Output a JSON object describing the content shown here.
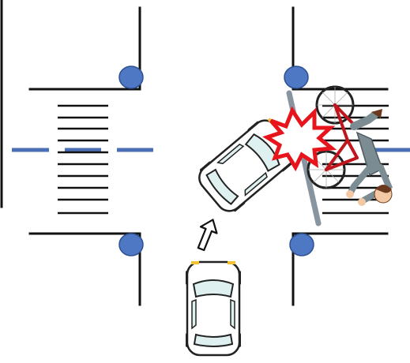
{
  "scene": {
    "colors": {
      "road_line": "#111111",
      "center_line": "#4a6fb5",
      "signal_pole": "#4f78c4",
      "signal_pole_edge": "#2c4f90",
      "crosswalk": "#111111",
      "car_body": "#ffffff",
      "car_outline": "#222222",
      "car_glass": "#dff0f0",
      "impact_burst": "#e8141b",
      "bicycle_frame": "#c0151c",
      "rider_suit": "#7b8c93",
      "rider_skin": "#f3c9a5",
      "rider_hair": "#6b3a1e"
    },
    "icons": {
      "traffic_signal": "signal-pole-icon",
      "collision": "impact-burst-icon",
      "direction": "arrow-up-icon"
    },
    "vehicles": [
      {
        "name": "turning-car",
        "heading": "up-right"
      },
      {
        "name": "approaching-car",
        "heading": "up"
      }
    ],
    "cyclist": {
      "state": "falling"
    },
    "crosswalks": [
      "north-west",
      "east"
    ]
  }
}
